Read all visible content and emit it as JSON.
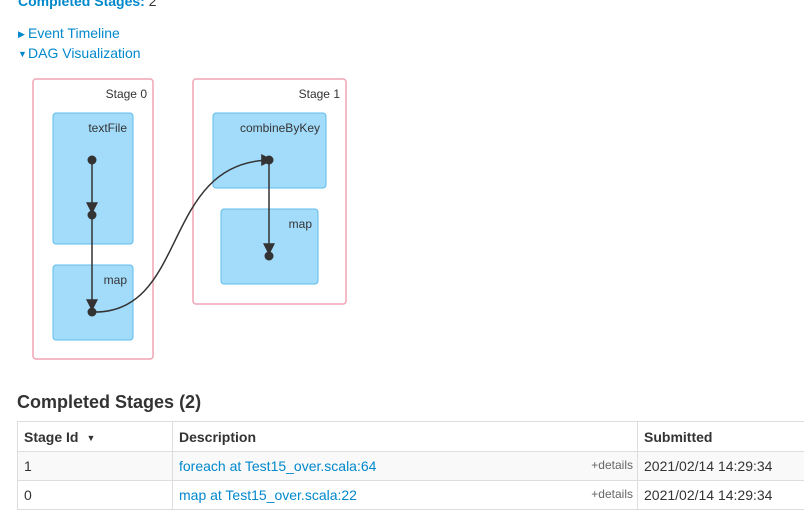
{
  "summary": {
    "label": "Completed Stages:",
    "value": "2"
  },
  "toggles": {
    "timeline": "Event Timeline",
    "dag": "DAG Visualization"
  },
  "dag": {
    "stages": [
      {
        "label": "Stage 0"
      },
      {
        "label": "Stage 1"
      }
    ],
    "ops": [
      {
        "label": "textFile"
      },
      {
        "label": "map"
      },
      {
        "label": "combineByKey"
      },
      {
        "label": "map"
      }
    ]
  },
  "colors": {
    "link": "#0088cc",
    "stage_border": "#f2a3b6",
    "op_fill": "#a3dcfb",
    "op_border": "#5fbce8",
    "edge": "#333333"
  },
  "section": {
    "title": "Completed Stages",
    "count": "(2)"
  },
  "table": {
    "headers": [
      "Stage Id",
      "Description",
      "Submitted"
    ],
    "details_label": "+details",
    "rows": [
      {
        "id": "1",
        "description": "foreach at Test15_over.scala:64",
        "submitted": "2021/02/14 14:29:34"
      },
      {
        "id": "0",
        "description": "map at Test15_over.scala:22",
        "submitted": "2021/02/14 14:29:34"
      }
    ]
  }
}
